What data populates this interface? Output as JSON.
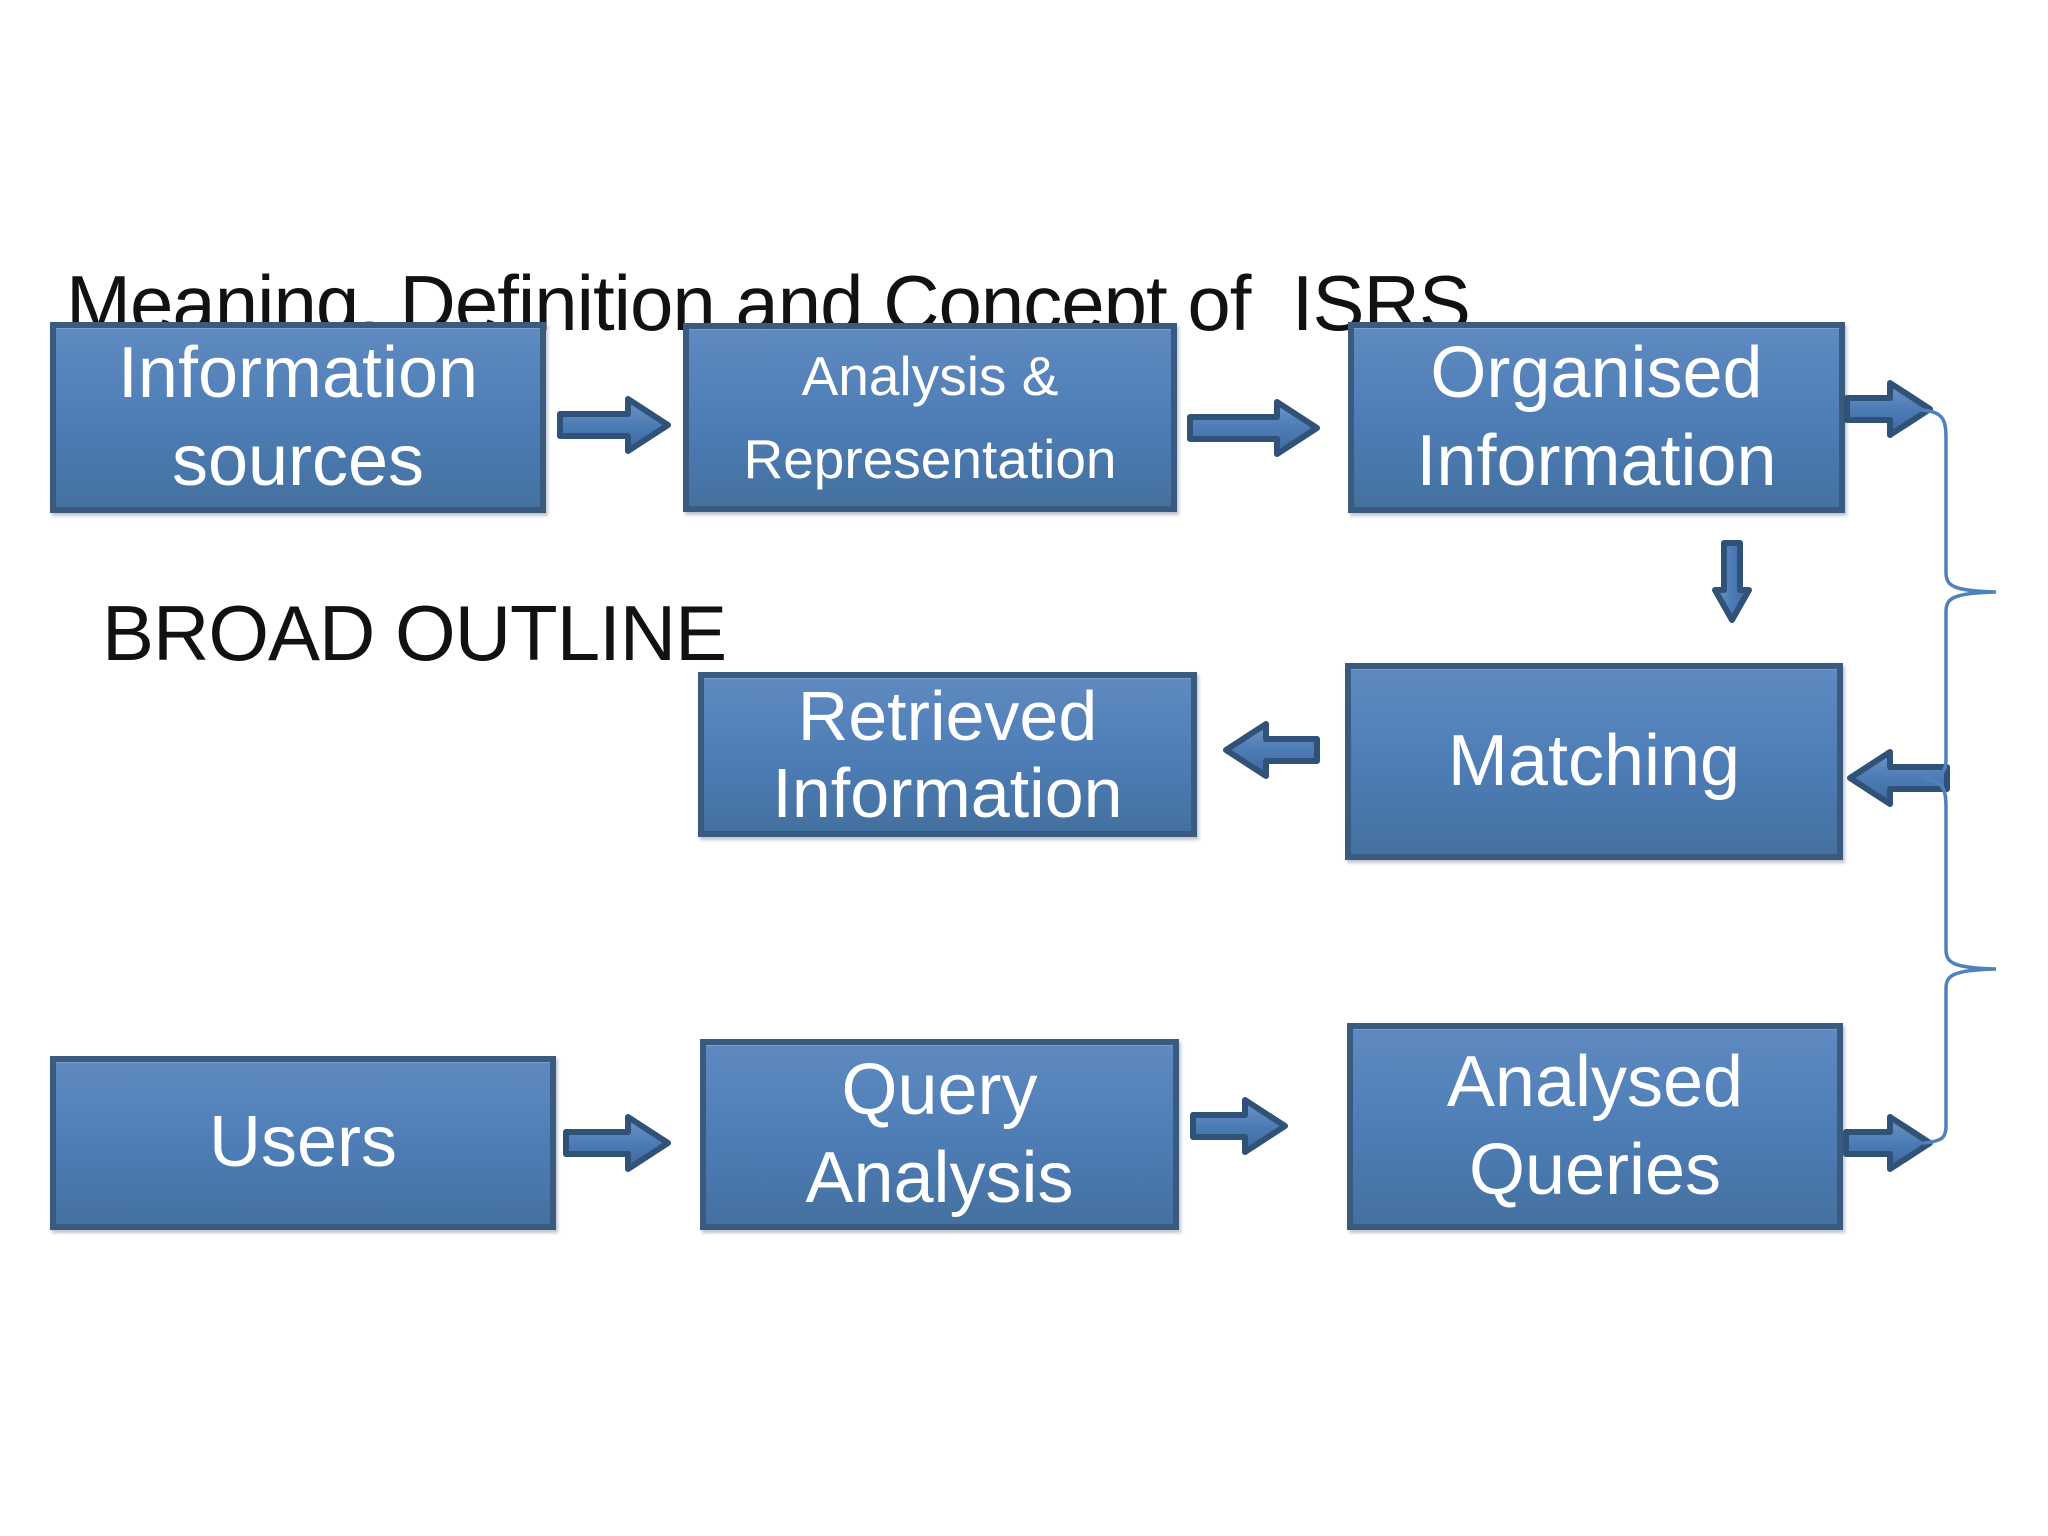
{
  "slide": {
    "title_line1": "Meaning, Definition and Concept of  ISRS",
    "title_line2": "BROAD OUTLINE"
  },
  "boxes": {
    "information_sources": {
      "line1": "Information",
      "line2": "sources"
    },
    "analysis_representation": {
      "line1": "Analysis &",
      "line2": "Representation"
    },
    "organised_information": {
      "line1": "Organised",
      "line2": "Information"
    },
    "matching": {
      "line1": "Matching"
    },
    "retrieved_information": {
      "line1": "Retrieved",
      "line2": "Information"
    },
    "users": {
      "line1": "Users"
    },
    "query_analysis": {
      "line1": "Query",
      "line2": "Analysis"
    },
    "analysed_queries": {
      "line1": "Analysed",
      "line2": "Queries"
    }
  },
  "colors": {
    "background": "#ffffff",
    "title": "#111111",
    "box_fill": "#4d7cb5",
    "box_border": "#3a5a80",
    "box_text": "#ffffff",
    "arrow_fill": "#4d7cb5",
    "arrow_outline": "#315278",
    "brace": "#4f81bd"
  }
}
